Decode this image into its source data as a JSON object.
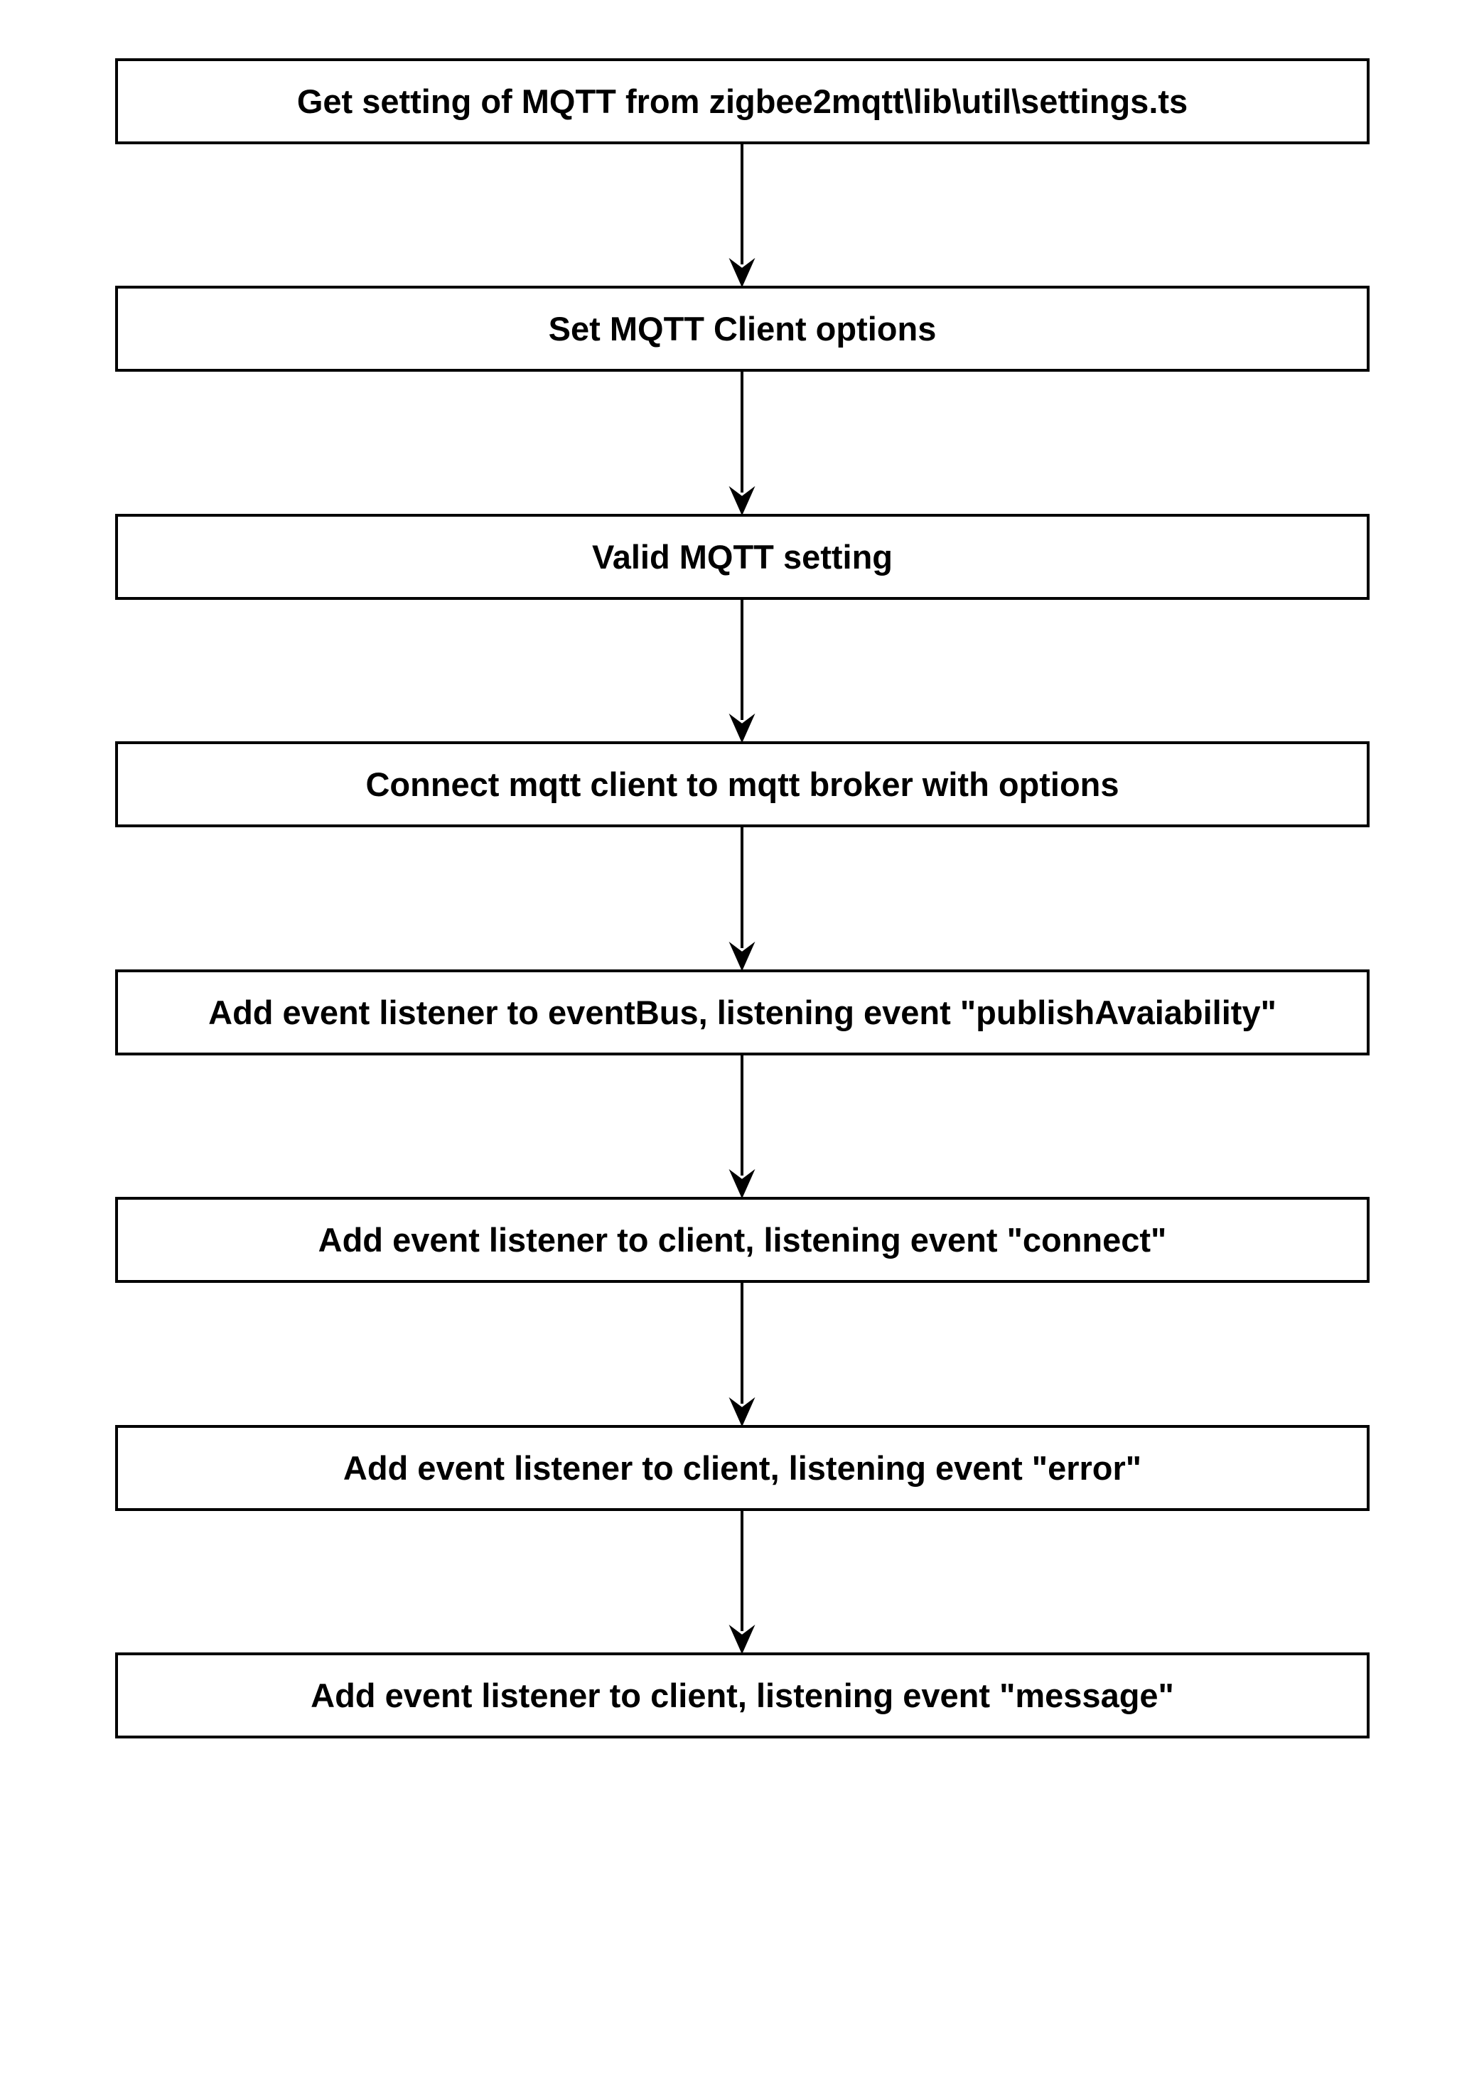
{
  "diagram": {
    "steps": [
      {
        "label": "Get setting of MQTT from zigbee2mqtt\\lib\\util\\settings.ts"
      },
      {
        "label": "Set MQTT Client options"
      },
      {
        "label": "Valid MQTT setting"
      },
      {
        "label": "Connect mqtt client to mqtt broker with options"
      },
      {
        "label": "Add event listener to eventBus, listening event \"publishAvaiability\""
      },
      {
        "label": "Add event listener to client, listening event \"connect\""
      },
      {
        "label": "Add event listener to client, listening event \"error\""
      },
      {
        "label": "Add event listener to client, listening event \"message\""
      }
    ]
  }
}
